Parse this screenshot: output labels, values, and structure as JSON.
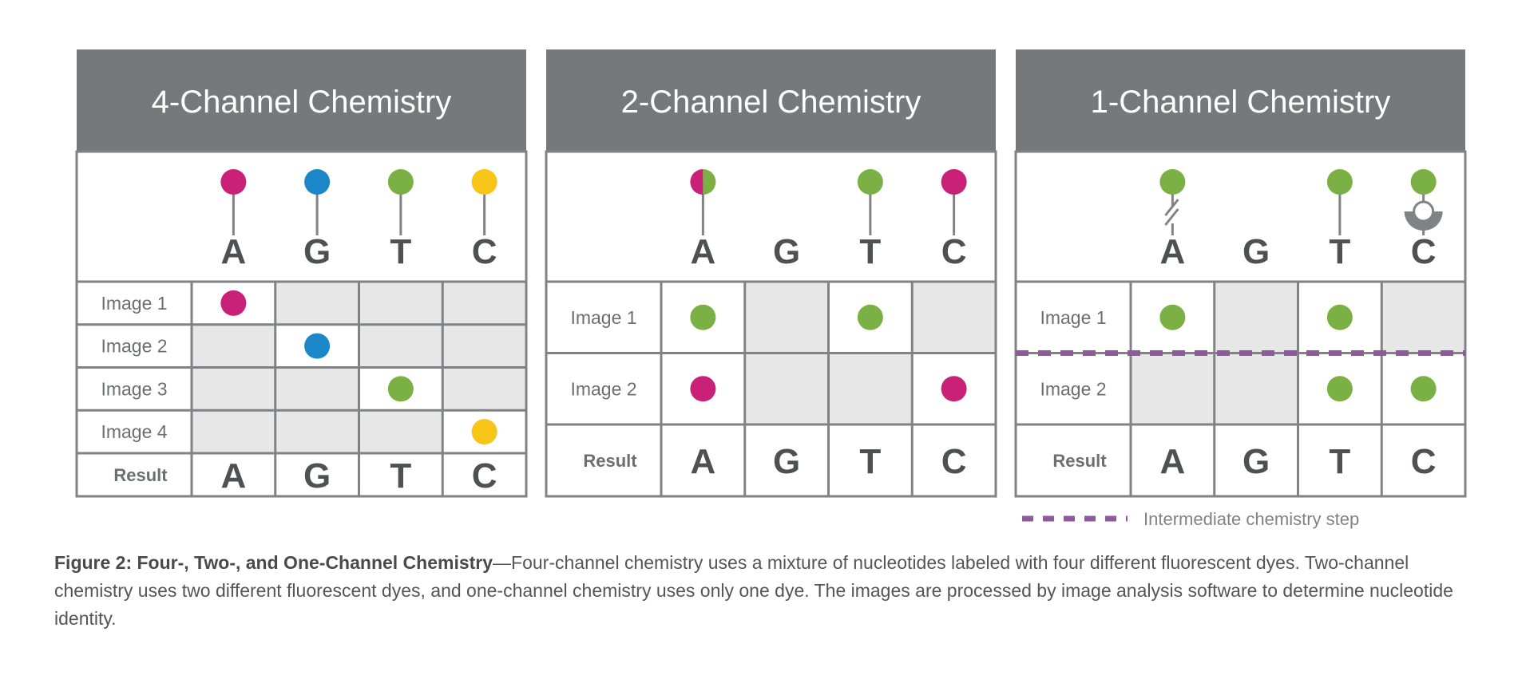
{
  "colors": {
    "header_bg": "#77787b",
    "grid_line": "#808285",
    "empty_cell": "#e7e7e7",
    "magenta": "#c92177",
    "blue": "#1b87c9",
    "green": "#7bb144",
    "yellow": "#f7c418",
    "intermediate_step": "#8e5a9b",
    "text_dark": "#4f5054",
    "text_light": "#6d6e71"
  },
  "bases": [
    "A",
    "G",
    "T",
    "C"
  ],
  "result_label": "Result",
  "panels": [
    {
      "id": "four-channel",
      "title": "4-Channel Chemistry",
      "labels": [
        {
          "base": "A",
          "dye": "magenta",
          "stem": "plain"
        },
        {
          "base": "G",
          "dye": "blue",
          "stem": "plain"
        },
        {
          "base": "T",
          "dye": "green",
          "stem": "plain"
        },
        {
          "base": "C",
          "dye": "yellow",
          "stem": "plain"
        }
      ],
      "images": [
        {
          "label": "Image 1",
          "cells": [
            "magenta",
            null,
            null,
            null
          ]
        },
        {
          "label": "Image 2",
          "cells": [
            null,
            "blue",
            null,
            null
          ]
        },
        {
          "label": "Image 3",
          "cells": [
            null,
            null,
            "green",
            null
          ]
        },
        {
          "label": "Image 4",
          "cells": [
            null,
            null,
            null,
            "yellow"
          ]
        }
      ],
      "intermediate_after_image": null
    },
    {
      "id": "two-channel",
      "title": "2-Channel Chemistry",
      "labels": [
        {
          "base": "A",
          "dye": "magenta+green",
          "stem": "plain"
        },
        {
          "base": "G",
          "dye": null,
          "stem": "none"
        },
        {
          "base": "T",
          "dye": "green",
          "stem": "plain"
        },
        {
          "base": "C",
          "dye": "magenta",
          "stem": "plain"
        }
      ],
      "images": [
        {
          "label": "Image 1",
          "cells": [
            "green",
            null,
            "green",
            null
          ]
        },
        {
          "label": "Image 2",
          "cells": [
            "magenta",
            null,
            null,
            "magenta"
          ]
        }
      ],
      "intermediate_after_image": null
    },
    {
      "id": "one-channel",
      "title": "1-Channel Chemistry",
      "labels": [
        {
          "base": "A",
          "dye": "green",
          "stem": "cleavable"
        },
        {
          "base": "G",
          "dye": null,
          "stem": "none"
        },
        {
          "base": "T",
          "dye": "green",
          "stem": "plain"
        },
        {
          "base": "C",
          "dye": "green",
          "stem": "binding"
        }
      ],
      "images": [
        {
          "label": "Image 1",
          "cells": [
            "green",
            null,
            "green",
            null
          ]
        },
        {
          "label": "Image 2",
          "cells": [
            null,
            null,
            "green",
            "green"
          ]
        }
      ],
      "intermediate_after_image": 1
    }
  ],
  "legend": {
    "label": "Intermediate chemistry step"
  },
  "caption": {
    "bold": "Figure 2: Four-, Two-, and One-Channel Chemistry",
    "text": "—Four-channel chemistry uses a mixture of nucleotides labeled with four different fluorescent dyes. Two-channel chemistry uses two different fluorescent dyes, and one-channel chemistry uses only one dye. The images are processed by image analysis software to determine nucleotide identity."
  }
}
